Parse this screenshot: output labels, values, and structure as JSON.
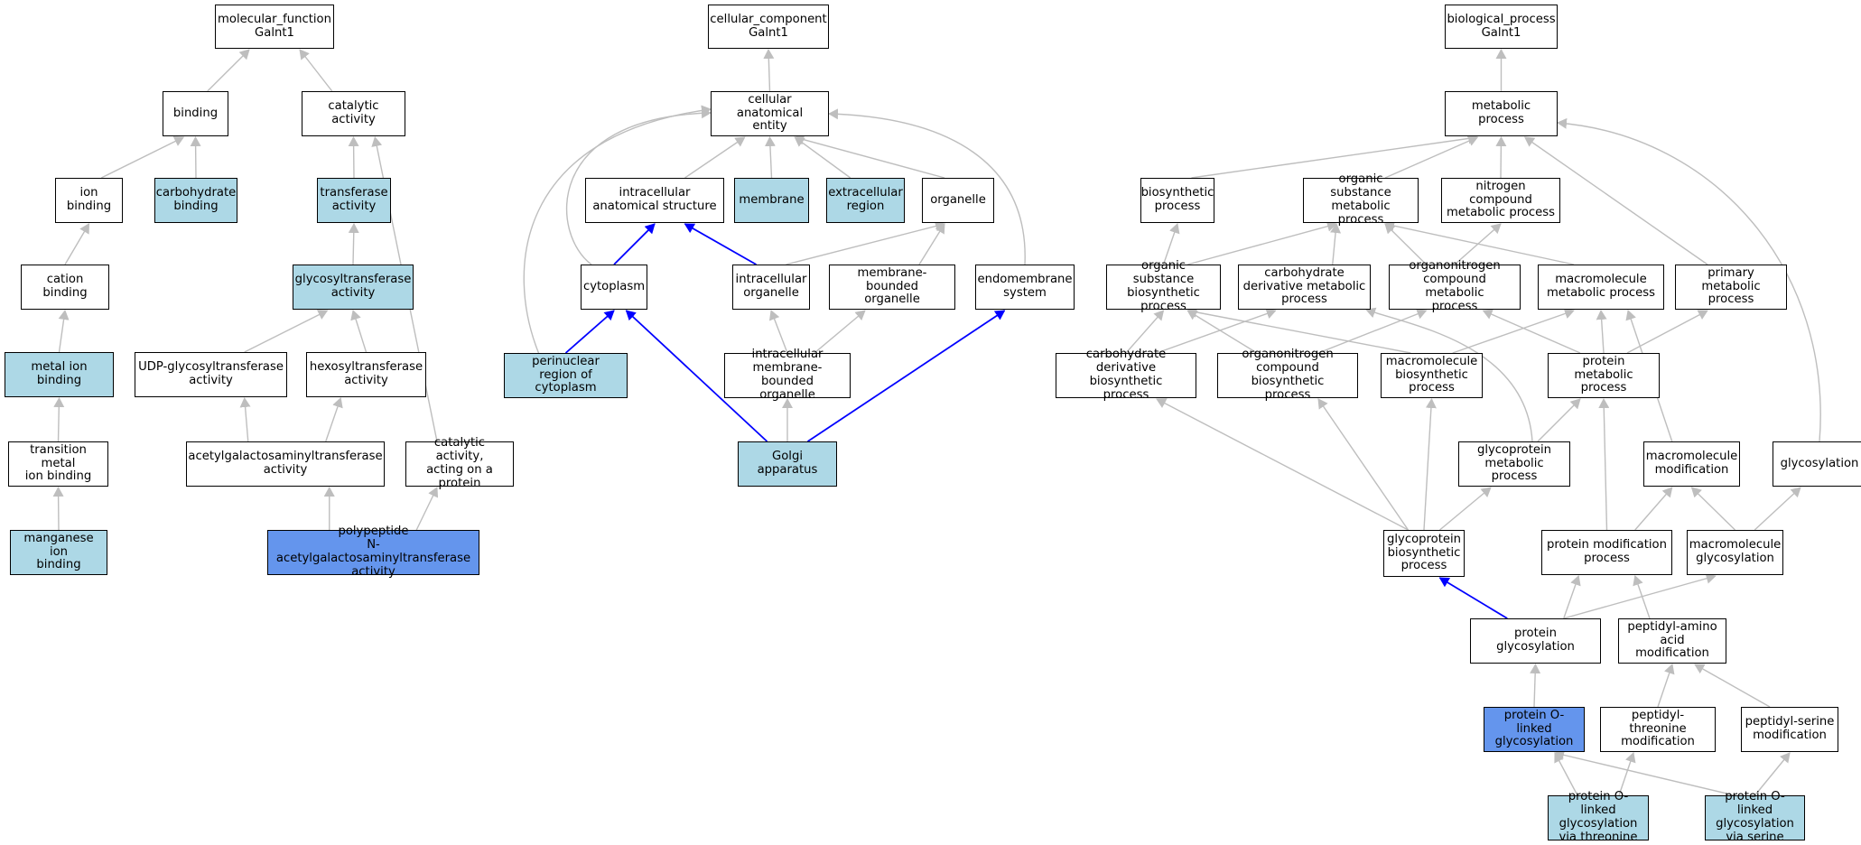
{
  "colors": {
    "plain": "#ffffff",
    "light": "#add8e6",
    "strong": "#6495ed",
    "edge_gray": "#bebebe",
    "edge_blue": "#0000ff"
  },
  "nodes": {
    "mf_root": {
      "label": "molecular_function\nGalnt1",
      "style": "plain"
    },
    "binding": {
      "label": "binding",
      "style": "plain"
    },
    "catalytic": {
      "label": "catalytic activity",
      "style": "plain"
    },
    "ion_binding": {
      "label": "ion binding",
      "style": "plain"
    },
    "carb_binding": {
      "label": "carbohydrate\nbinding",
      "style": "light"
    },
    "transferase": {
      "label": "transferase\nactivity",
      "style": "light"
    },
    "cation_binding": {
      "label": "cation binding",
      "style": "plain"
    },
    "glycosyltransferase": {
      "label": "glycosyltransferase\nactivity",
      "style": "light"
    },
    "metal_ion": {
      "label": "metal ion binding",
      "style": "light"
    },
    "udp_glyco": {
      "label": "UDP-glycosyltransferase\nactivity",
      "style": "plain"
    },
    "hexosyl": {
      "label": "hexosyltransferase\nactivity",
      "style": "plain"
    },
    "trans_metal": {
      "label": "transition metal\nion binding",
      "style": "plain"
    },
    "acetylgal": {
      "label": "acetylgalactosaminyltransferase\nactivity",
      "style": "plain"
    },
    "cat_protein": {
      "label": "catalytic activity,\nacting on a\nprotein",
      "style": "plain"
    },
    "manganese": {
      "label": "manganese ion\nbinding",
      "style": "light"
    },
    "polypeptide": {
      "label": "polypeptide\nN-acetylgalactosaminyltransferase\nactivity",
      "style": "strong"
    },
    "cc_root": {
      "label": "cellular_component\nGalnt1",
      "style": "plain"
    },
    "cae": {
      "label": "cellular anatomical\nentity",
      "style": "plain"
    },
    "intracell_anat": {
      "label": "intracellular\nanatomical structure",
      "style": "plain"
    },
    "membrane": {
      "label": "membrane",
      "style": "light"
    },
    "extracell": {
      "label": "extracellular\nregion",
      "style": "light"
    },
    "organelle": {
      "label": "organelle",
      "style": "plain"
    },
    "cytoplasm": {
      "label": "cytoplasm",
      "style": "plain"
    },
    "intracell_org": {
      "label": "intracellular\norganelle",
      "style": "plain"
    },
    "mem_bound": {
      "label": "membrane-bounded\norganelle",
      "style": "plain"
    },
    "endomem": {
      "label": "endomembrane\nsystem",
      "style": "plain"
    },
    "perinuclear": {
      "label": "perinuclear\nregion of cytoplasm",
      "style": "light"
    },
    "intra_mem_bound": {
      "label": "intracellular\nmembrane-bounded\norganelle",
      "style": "plain"
    },
    "golgi": {
      "label": "Golgi apparatus",
      "style": "light"
    },
    "bp_root": {
      "label": "biological_process\nGalnt1",
      "style": "plain"
    },
    "metabolic": {
      "label": "metabolic process",
      "style": "plain"
    },
    "biosynthetic": {
      "label": "biosynthetic\nprocess",
      "style": "plain"
    },
    "org_sub_met": {
      "label": "organic substance\nmetabolic process",
      "style": "plain"
    },
    "nitrogen": {
      "label": "nitrogen compound\nmetabolic process",
      "style": "plain"
    },
    "org_sub_bio": {
      "label": "organic substance\nbiosynthetic\nprocess",
      "style": "plain"
    },
    "carb_deriv_met": {
      "label": "carbohydrate\nderivative metabolic\nprocess",
      "style": "plain"
    },
    "organonit_met": {
      "label": "organonitrogen\ncompound metabolic\nprocess",
      "style": "plain"
    },
    "macromol_met": {
      "label": "macromolecule\nmetabolic process",
      "style": "plain"
    },
    "primary_met": {
      "label": "primary metabolic\nprocess",
      "style": "plain"
    },
    "carb_deriv_bio": {
      "label": "carbohydrate\nderivative biosynthetic\nprocess",
      "style": "plain"
    },
    "organonit_bio": {
      "label": "organonitrogen\ncompound biosynthetic\nprocess",
      "style": "plain"
    },
    "macromol_bio": {
      "label": "macromolecule\nbiosynthetic\nprocess",
      "style": "plain"
    },
    "protein_met": {
      "label": "protein metabolic\nprocess",
      "style": "plain"
    },
    "glycoprot_met": {
      "label": "glycoprotein\nmetabolic process",
      "style": "plain"
    },
    "macromol_mod": {
      "label": "macromolecule\nmodification",
      "style": "plain"
    },
    "glycosylation": {
      "label": "glycosylation",
      "style": "plain"
    },
    "glycoprot_bio": {
      "label": "glycoprotein\nbiosynthetic\nprocess",
      "style": "plain"
    },
    "protein_mod": {
      "label": "protein modification\nprocess",
      "style": "plain"
    },
    "macromol_glyc": {
      "label": "macromolecule\nglycosylation",
      "style": "plain"
    },
    "protein_glyc": {
      "label": "protein glycosylation",
      "style": "plain"
    },
    "peptidyl_amino": {
      "label": "peptidyl-amino\nacid modification",
      "style": "plain"
    },
    "prot_o_linked": {
      "label": "protein O-linked\nglycosylation",
      "style": "strong"
    },
    "peptidyl_thr": {
      "label": "peptidyl-threonine\nmodification",
      "style": "plain"
    },
    "peptidyl_ser": {
      "label": "peptidyl-serine\nmodification",
      "style": "plain"
    },
    "o_linked_thr": {
      "label": "protein O-linked\nglycosylation\nvia threonine",
      "style": "light"
    },
    "o_linked_ser": {
      "label": "protein O-linked\nglycosylation\nvia serine",
      "style": "light"
    }
  },
  "edges": [
    {
      "from": "binding",
      "to": "mf_root",
      "color": "gray"
    },
    {
      "from": "catalytic",
      "to": "mf_root",
      "color": "gray"
    },
    {
      "from": "ion_binding",
      "to": "binding",
      "color": "gray"
    },
    {
      "from": "carb_binding",
      "to": "binding",
      "color": "gray"
    },
    {
      "from": "transferase",
      "to": "catalytic",
      "color": "gray"
    },
    {
      "from": "cat_protein",
      "to": "catalytic",
      "color": "gray"
    },
    {
      "from": "cation_binding",
      "to": "ion_binding",
      "color": "gray"
    },
    {
      "from": "glycosyltransferase",
      "to": "transferase",
      "color": "gray"
    },
    {
      "from": "metal_ion",
      "to": "cation_binding",
      "color": "gray"
    },
    {
      "from": "udp_glyco",
      "to": "glycosyltransferase",
      "color": "gray"
    },
    {
      "from": "hexosyl",
      "to": "glycosyltransferase",
      "color": "gray"
    },
    {
      "from": "trans_metal",
      "to": "metal_ion",
      "color": "gray"
    },
    {
      "from": "acetylgal",
      "to": "udp_glyco",
      "color": "gray"
    },
    {
      "from": "acetylgal",
      "to": "hexosyl",
      "color": "gray"
    },
    {
      "from": "manganese",
      "to": "trans_metal",
      "color": "gray"
    },
    {
      "from": "polypeptide",
      "to": "acetylgal",
      "color": "gray"
    },
    {
      "from": "polypeptide",
      "to": "cat_protein",
      "color": "gray"
    },
    {
      "from": "cae",
      "to": "cc_root",
      "color": "gray"
    },
    {
      "from": "intracell_anat",
      "to": "cae",
      "color": "gray"
    },
    {
      "from": "membrane",
      "to": "cae",
      "color": "gray"
    },
    {
      "from": "extracell",
      "to": "cae",
      "color": "gray"
    },
    {
      "from": "organelle",
      "to": "cae",
      "color": "gray"
    },
    {
      "from": "cytoplasm",
      "to": "cae",
      "color": "gray",
      "curve": "left1"
    },
    {
      "from": "perinuclear",
      "to": "cae",
      "color": "gray",
      "curve": "left2"
    },
    {
      "from": "endomem",
      "to": "cae",
      "color": "gray",
      "curve": "right"
    },
    {
      "from": "cytoplasm",
      "to": "intracell_anat",
      "color": "blue"
    },
    {
      "from": "intracell_org",
      "to": "intracell_anat",
      "color": "blue"
    },
    {
      "from": "intracell_org",
      "to": "organelle",
      "color": "gray"
    },
    {
      "from": "mem_bound",
      "to": "organelle",
      "color": "gray"
    },
    {
      "from": "perinuclear",
      "to": "cytoplasm",
      "color": "blue"
    },
    {
      "from": "intra_mem_bound",
      "to": "intracell_org",
      "color": "gray"
    },
    {
      "from": "intra_mem_bound",
      "to": "mem_bound",
      "color": "gray"
    },
    {
      "from": "golgi",
      "to": "cytoplasm",
      "color": "blue"
    },
    {
      "from": "golgi",
      "to": "intra_mem_bound",
      "color": "gray"
    },
    {
      "from": "golgi",
      "to": "endomem",
      "color": "blue"
    },
    {
      "from": "metabolic",
      "to": "bp_root",
      "color": "gray"
    },
    {
      "from": "biosynthetic",
      "to": "metabolic",
      "color": "gray"
    },
    {
      "from": "org_sub_met",
      "to": "metabolic",
      "color": "gray"
    },
    {
      "from": "nitrogen",
      "to": "metabolic",
      "color": "gray"
    },
    {
      "from": "primary_met",
      "to": "metabolic",
      "color": "gray"
    },
    {
      "from": "glycosylation",
      "to": "metabolic",
      "color": "gray",
      "curve": "rightbig"
    },
    {
      "from": "org_sub_bio",
      "to": "biosynthetic",
      "color": "gray"
    },
    {
      "from": "org_sub_bio",
      "to": "org_sub_met",
      "color": "gray"
    },
    {
      "from": "carb_deriv_met",
      "to": "org_sub_met",
      "color": "gray"
    },
    {
      "from": "organonit_met",
      "to": "org_sub_met",
      "color": "gray"
    },
    {
      "from": "organonit_met",
      "to": "nitrogen",
      "color": "gray"
    },
    {
      "from": "macromol_met",
      "to": "org_sub_met",
      "color": "gray"
    },
    {
      "from": "carb_deriv_bio",
      "to": "carb_deriv_met",
      "color": "gray"
    },
    {
      "from": "carb_deriv_bio",
      "to": "org_sub_bio",
      "color": "gray"
    },
    {
      "from": "organonit_bio",
      "to": "organonit_met",
      "color": "gray"
    },
    {
      "from": "organonit_bio",
      "to": "org_sub_bio",
      "color": "gray"
    },
    {
      "from": "macromol_bio",
      "to": "macromol_met",
      "color": "gray"
    },
    {
      "from": "macromol_bio",
      "to": "org_sub_bio",
      "color": "gray"
    },
    {
      "from": "protein_met",
      "to": "macromol_met",
      "color": "gray"
    },
    {
      "from": "protein_met",
      "to": "primary_met",
      "color": "gray"
    },
    {
      "from": "protein_met",
      "to": "organonit_met",
      "color": "gray"
    },
    {
      "from": "glycoprot_met",
      "to": "protein_met",
      "color": "gray"
    },
    {
      "from": "glycoprot_met",
      "to": "carb_deriv_met",
      "color": "gray",
      "curve": "gpm"
    },
    {
      "from": "macromol_mod",
      "to": "macromol_met",
      "color": "gray"
    },
    {
      "from": "glycoprot_bio",
      "to": "glycoprot_met",
      "color": "gray"
    },
    {
      "from": "glycoprot_bio",
      "to": "carb_deriv_bio",
      "color": "gray"
    },
    {
      "from": "glycoprot_bio",
      "to": "organonit_bio",
      "color": "gray"
    },
    {
      "from": "glycoprot_bio",
      "to": "macromol_bio",
      "color": "gray"
    },
    {
      "from": "protein_mod",
      "to": "protein_met",
      "color": "gray"
    },
    {
      "from": "protein_mod",
      "to": "macromol_mod",
      "color": "gray"
    },
    {
      "from": "macromol_glyc",
      "to": "macromol_mod",
      "color": "gray"
    },
    {
      "from": "macromol_glyc",
      "to": "glycosylation",
      "color": "gray"
    },
    {
      "from": "protein_glyc",
      "to": "glycoprot_bio",
      "color": "blue"
    },
    {
      "from": "protein_glyc",
      "to": "protein_mod",
      "color": "gray"
    },
    {
      "from": "protein_glyc",
      "to": "macromol_glyc",
      "color": "gray"
    },
    {
      "from": "peptidyl_amino",
      "to": "protein_mod",
      "color": "gray"
    },
    {
      "from": "prot_o_linked",
      "to": "protein_glyc",
      "color": "gray"
    },
    {
      "from": "peptidyl_thr",
      "to": "peptidyl_amino",
      "color": "gray"
    },
    {
      "from": "peptidyl_ser",
      "to": "peptidyl_amino",
      "color": "gray"
    },
    {
      "from": "o_linked_thr",
      "to": "prot_o_linked",
      "color": "gray"
    },
    {
      "from": "o_linked_thr",
      "to": "peptidyl_thr",
      "color": "gray"
    },
    {
      "from": "o_linked_ser",
      "to": "prot_o_linked",
      "color": "gray"
    },
    {
      "from": "o_linked_ser",
      "to": "peptidyl_ser",
      "color": "gray"
    }
  ]
}
